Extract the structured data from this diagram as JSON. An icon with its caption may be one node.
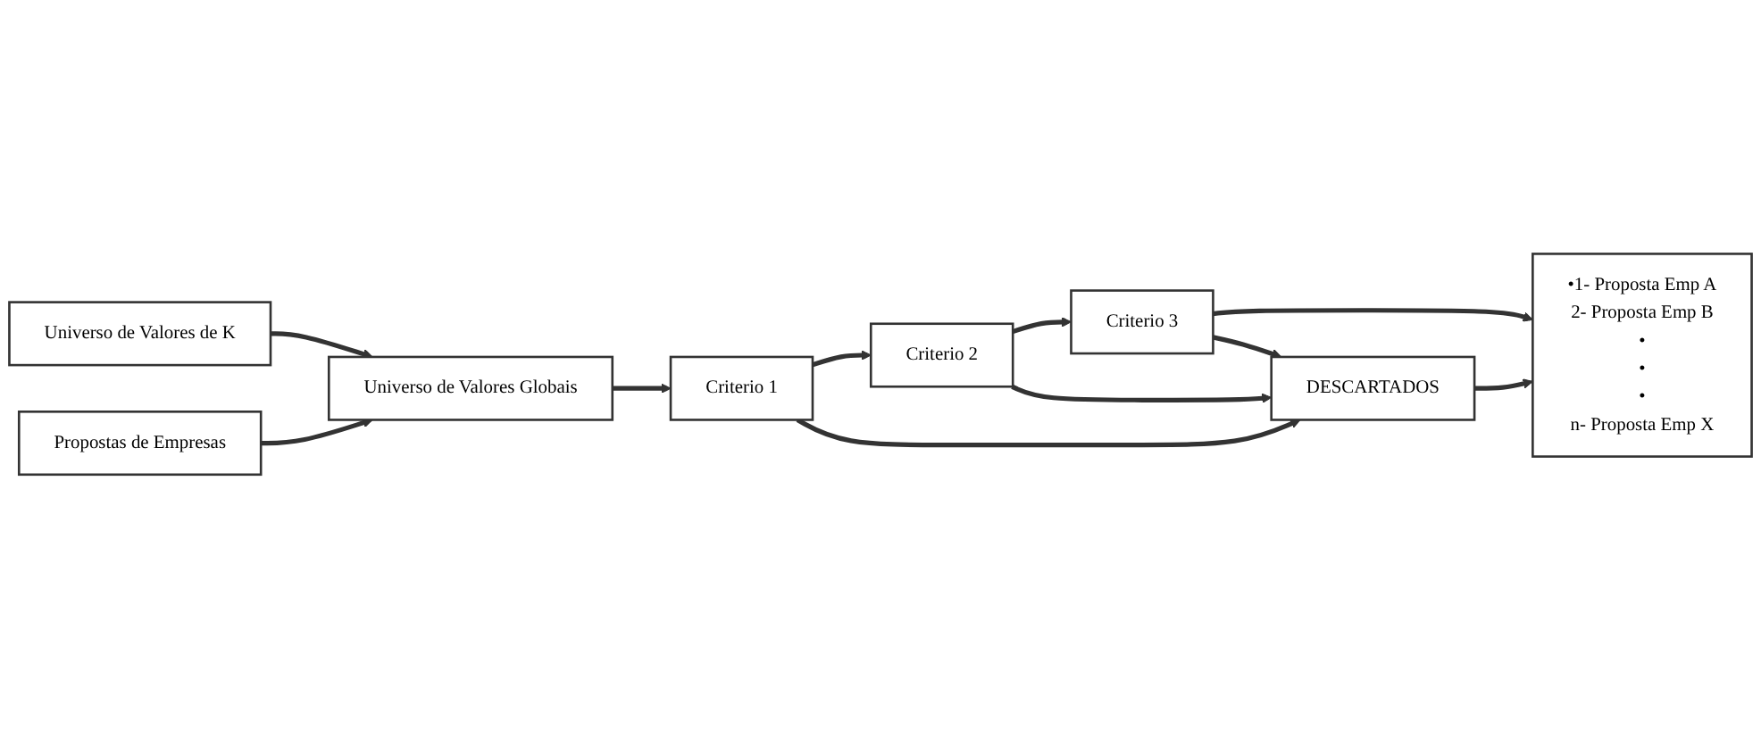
{
  "diagram": {
    "nodes": [
      {
        "text": [
          "Universo de Valores de K"
        ]
      },
      {
        "text": [
          "Propostas de Empresas"
        ]
      },
      {
        "text": [
          "Universo de Valores Globais"
        ]
      },
      {
        "text": [
          "Criterio 1"
        ]
      },
      {
        "text": [
          "Criterio 2"
        ]
      },
      {
        "text": [
          "Criterio 3"
        ]
      },
      {
        "text": [
          "•1- Proposta Emp A",
          "2- Proposta Emp B",
          "•",
          "•",
          "•",
          "n- Proposta Emp X"
        ]
      },
      {
        "text": [
          "DESCARTADOS"
        ]
      }
    ],
    "edges": [
      {
        "from": 0,
        "to": 2,
        "arrow": "to"
      },
      {
        "from": 1,
        "to": 2,
        "arrow": "to"
      },
      {
        "from": 2,
        "to": 3,
        "arrow": "to"
      },
      {
        "from": 3,
        "to": 4,
        "arrow": "to"
      },
      {
        "from": 4,
        "to": 5,
        "arrow": "to"
      },
      {
        "from": 5,
        "to": 6,
        "arrow": "to"
      },
      {
        "from": 3,
        "to": 7,
        "arrow": "to"
      },
      {
        "from": 4,
        "to": 7,
        "arrow": "to"
      },
      {
        "from": 5,
        "to": 7,
        "arrow": "to"
      },
      {
        "from": 7,
        "to": 6,
        "arrow": "to"
      }
    ]
  }
}
